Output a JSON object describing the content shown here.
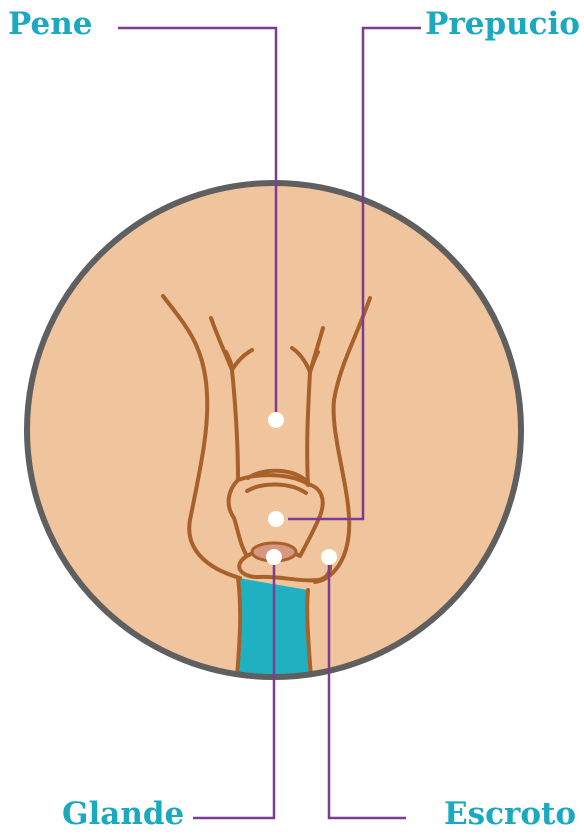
{
  "labels": {
    "pene": "Pene",
    "prepucio": "Prepucio",
    "glande": "Glande",
    "escroto": "Escroto"
  },
  "colors": {
    "label_text": "#1aa9be",
    "leader_line": "#7b3c91",
    "skin_fill": "#f0c49c",
    "outline_stroke": "#a8612b",
    "circle_border": "#5f5f5f",
    "lower_band": "#1fb1c1",
    "glans_fill": "#d99780",
    "marker_dot": "#ffffff"
  }
}
